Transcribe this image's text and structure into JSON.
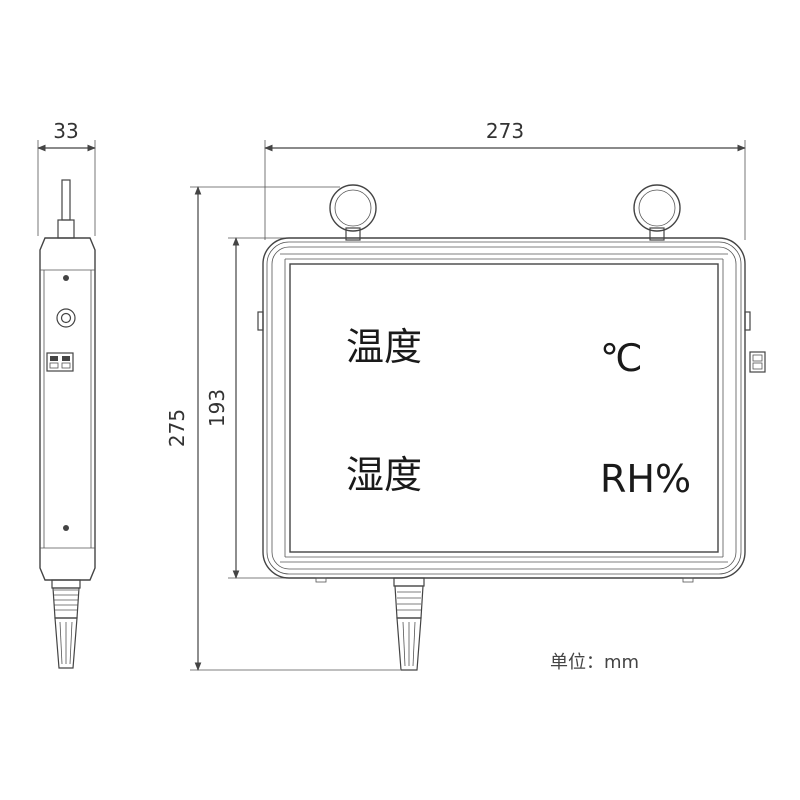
{
  "dimensions": {
    "side_width": "33",
    "overall_width": "273",
    "overall_height": "275",
    "panel_height": "193"
  },
  "panel": {
    "temperature_label": "温度",
    "temperature_unit": "℃",
    "humidity_label": "湿度",
    "humidity_unit": "RH%"
  },
  "unit_note": "单位：mm",
  "colors": {
    "line": "#444444",
    "text": "#1a1a1a",
    "background": "#ffffff"
  }
}
